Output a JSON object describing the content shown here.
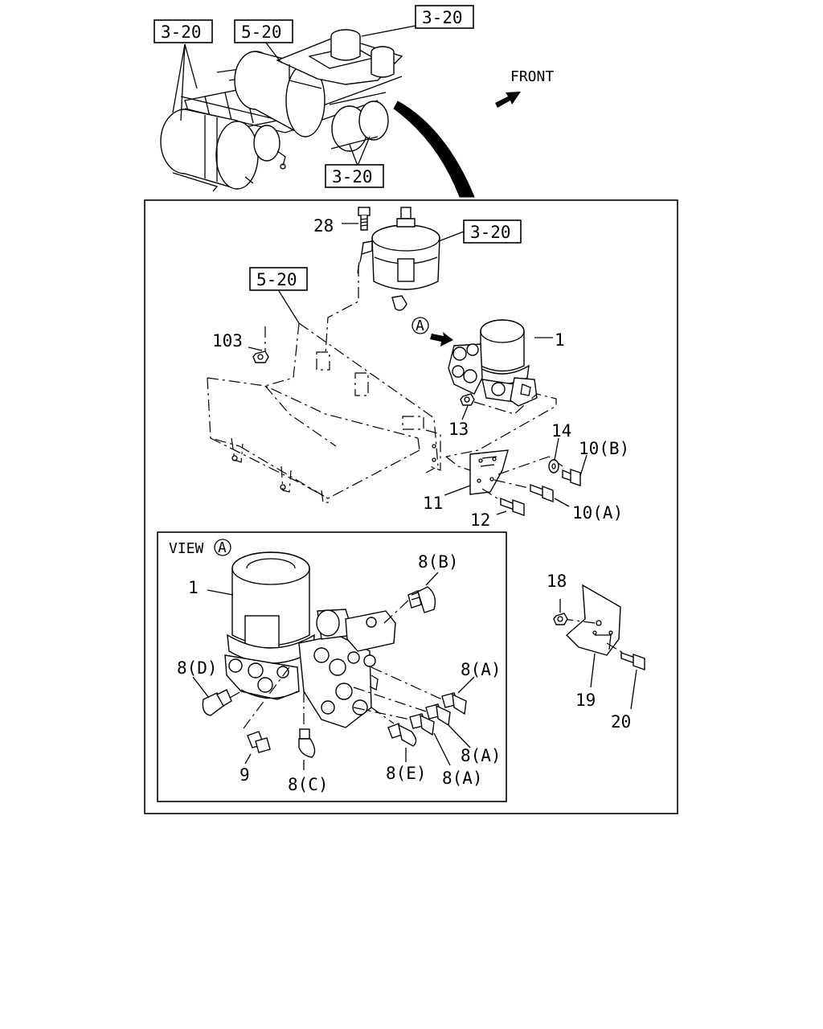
{
  "refs": {
    "top_left": "3-20",
    "top_mid": "5-20",
    "top_right": "3-20",
    "top_bottom": "3-20",
    "main_filter": "3-20",
    "main_tray": "5-20"
  },
  "front_label": "FRONT",
  "view_title": "VIEW",
  "view_marker": "A",
  "main_marker": "A",
  "callouts": {
    "c28": "28",
    "c103": "103",
    "c1": "1",
    "c13": "13",
    "c14": "14",
    "c10b": "10(B)",
    "c11": "11",
    "c12": "12",
    "c10a": "10(A)",
    "c18": "18",
    "c19": "19",
    "c20": "20",
    "v1": "1",
    "v8b": "8(B)",
    "v8d": "8(D)",
    "v8a1": "8(A)",
    "v8a2": "8(A)",
    "v8a3": "8(A)",
    "v9": "9",
    "v8c": "8(C)",
    "v8e": "8(E)"
  }
}
